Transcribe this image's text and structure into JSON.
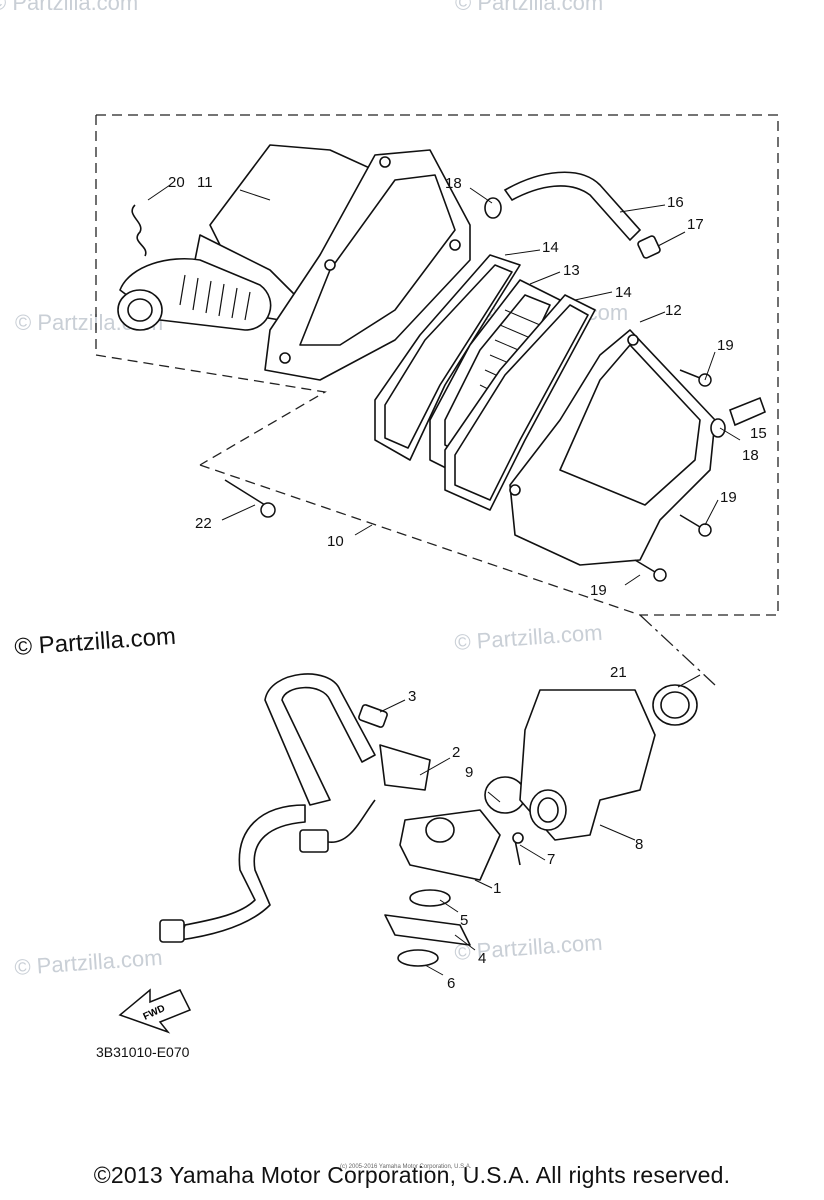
{
  "callouts": [
    "1",
    "2",
    "3",
    "4",
    "5",
    "6",
    "7",
    "8",
    "9",
    "10",
    "11",
    "12",
    "13",
    "14",
    "14",
    "15",
    "16",
    "17",
    "18",
    "18",
    "19",
    "19",
    "19",
    "20",
    "21",
    "22"
  ],
  "watermarks": [
    "© Partzilla.com",
    "© Partzilla.com",
    "© Partzilla.com",
    "© Partzilla.com",
    "© Partzilla.com",
    "© Partzilla.com",
    "© Partzilla.com",
    "© Partzilla.com"
  ],
  "watermark_main": "© Partzilla.com",
  "fwd_label": "FWD",
  "diagram_code": "3B31010-E070",
  "copyright": "©2013 Yamaha Motor Corporation, U.S.A. All rights reserved.",
  "copyright_small": "(c) 2005-2016 Yamaha Motor Corporation, U.S.A."
}
